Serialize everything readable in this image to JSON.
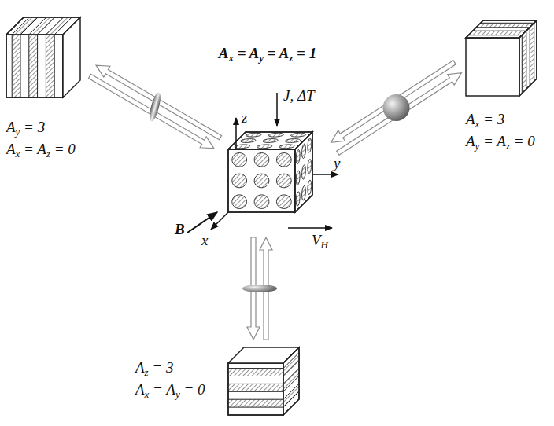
{
  "diagram": {
    "labels": [
      "Ax = Ay = Az = 1",
      "z",
      "J, ΔT",
      "y",
      "VH",
      "B",
      "x",
      "Ay = 3",
      "Ax = Az = 0",
      "Ax = 3",
      "Ay = Az = 0",
      "Az = 3",
      "Ax = Ay = 0"
    ]
  }
}
